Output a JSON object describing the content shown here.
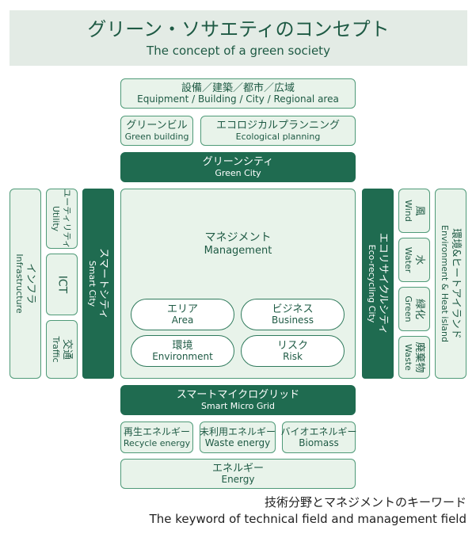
{
  "title": {
    "jp": "グリーン・ソサエティのコンセプト",
    "en": "The concept of a green society"
  },
  "top": {
    "equipment": {
      "jp": "設備／建築／都市／広域",
      "en": "Equipment / Building / City / Regional area"
    },
    "green_building": {
      "jp": "グリーンビル",
      "en": "Green building"
    },
    "eco_planning": {
      "jp": "エコロジカルプランニング",
      "en": "Ecological planning"
    },
    "green_city": {
      "jp": "グリーンシティ",
      "en": "Green City"
    }
  },
  "left": {
    "infrastructure": {
      "jp": "インフラ",
      "en": "Infrastructure"
    },
    "utility": {
      "jp": "ユーティリティ",
      "en": "Utility"
    },
    "ict": {
      "jp": "ICT"
    },
    "traffic": {
      "jp": "交通",
      "en": "Traffic"
    },
    "smart_city": {
      "jp": "スマートシティ",
      "en": "Smart City"
    }
  },
  "center": {
    "management": {
      "jp": "マネジメント",
      "en": "Management"
    },
    "area": {
      "jp": "エリア",
      "en": "Area"
    },
    "business": {
      "jp": "ビジネス",
      "en": "Business"
    },
    "environment": {
      "jp": "環境",
      "en": "Environment"
    },
    "risk": {
      "jp": "リスク",
      "en": "Risk"
    }
  },
  "right": {
    "eco_recycling": {
      "jp": "エコリサイクルシティ",
      "en": "Eco-recycling City"
    },
    "wind": {
      "jp": "風",
      "en": "Wind"
    },
    "water": {
      "jp": "水",
      "en": "Water"
    },
    "green": {
      "jp": "緑化",
      "en": "Green"
    },
    "waste": {
      "jp": "廃棄物",
      "en": "Waste"
    },
    "env_heat": {
      "jp": "環境&ヒートアイランド",
      "en": "Environment & Heat island"
    }
  },
  "bottom": {
    "smart_grid": {
      "jp": "スマートマイクログリッド",
      "en": "Smart Micro Grid"
    },
    "recycle": {
      "jp": "再生エネルギー",
      "en": "Recycle energy"
    },
    "waste_energy": {
      "jp": "未利用エネルギー",
      "en": "Waste energy"
    },
    "biomass": {
      "jp": "バイオエネルギー",
      "en": "Biomass"
    },
    "energy": {
      "jp": "エネルギー",
      "en": "Energy"
    }
  },
  "caption": {
    "jp": "技術分野とマネジメントのキーワード",
    "en": "The keyword of technical field and management field"
  }
}
